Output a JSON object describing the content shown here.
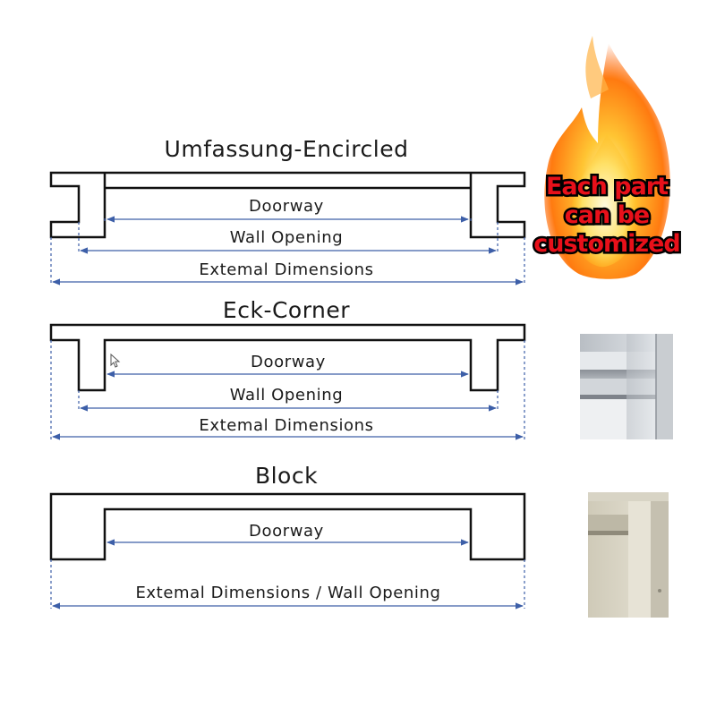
{
  "sections": [
    {
      "title": "Umfassung-Encircled",
      "dims": [
        "Doorway",
        "Wall Opening",
        "Extemal Dimensions"
      ]
    },
    {
      "title": "Eck-Corner",
      "dims": [
        "Doorway",
        "Wall Opening",
        "Extemal Dimensions"
      ]
    },
    {
      "title": "Block",
      "dims": [
        "Doorway",
        "Extemal Dimensions / Wall Opening"
      ]
    }
  ],
  "badge": {
    "lines": [
      "Each part",
      "can be",
      "customized"
    ],
    "text_color": "#e8101a",
    "outline_color": "#000000"
  },
  "photos": [
    "corner-frame-photo",
    "block-frame-photo"
  ],
  "colors": {
    "dimension_line": "#3d5fa8",
    "outline": "#111111"
  }
}
